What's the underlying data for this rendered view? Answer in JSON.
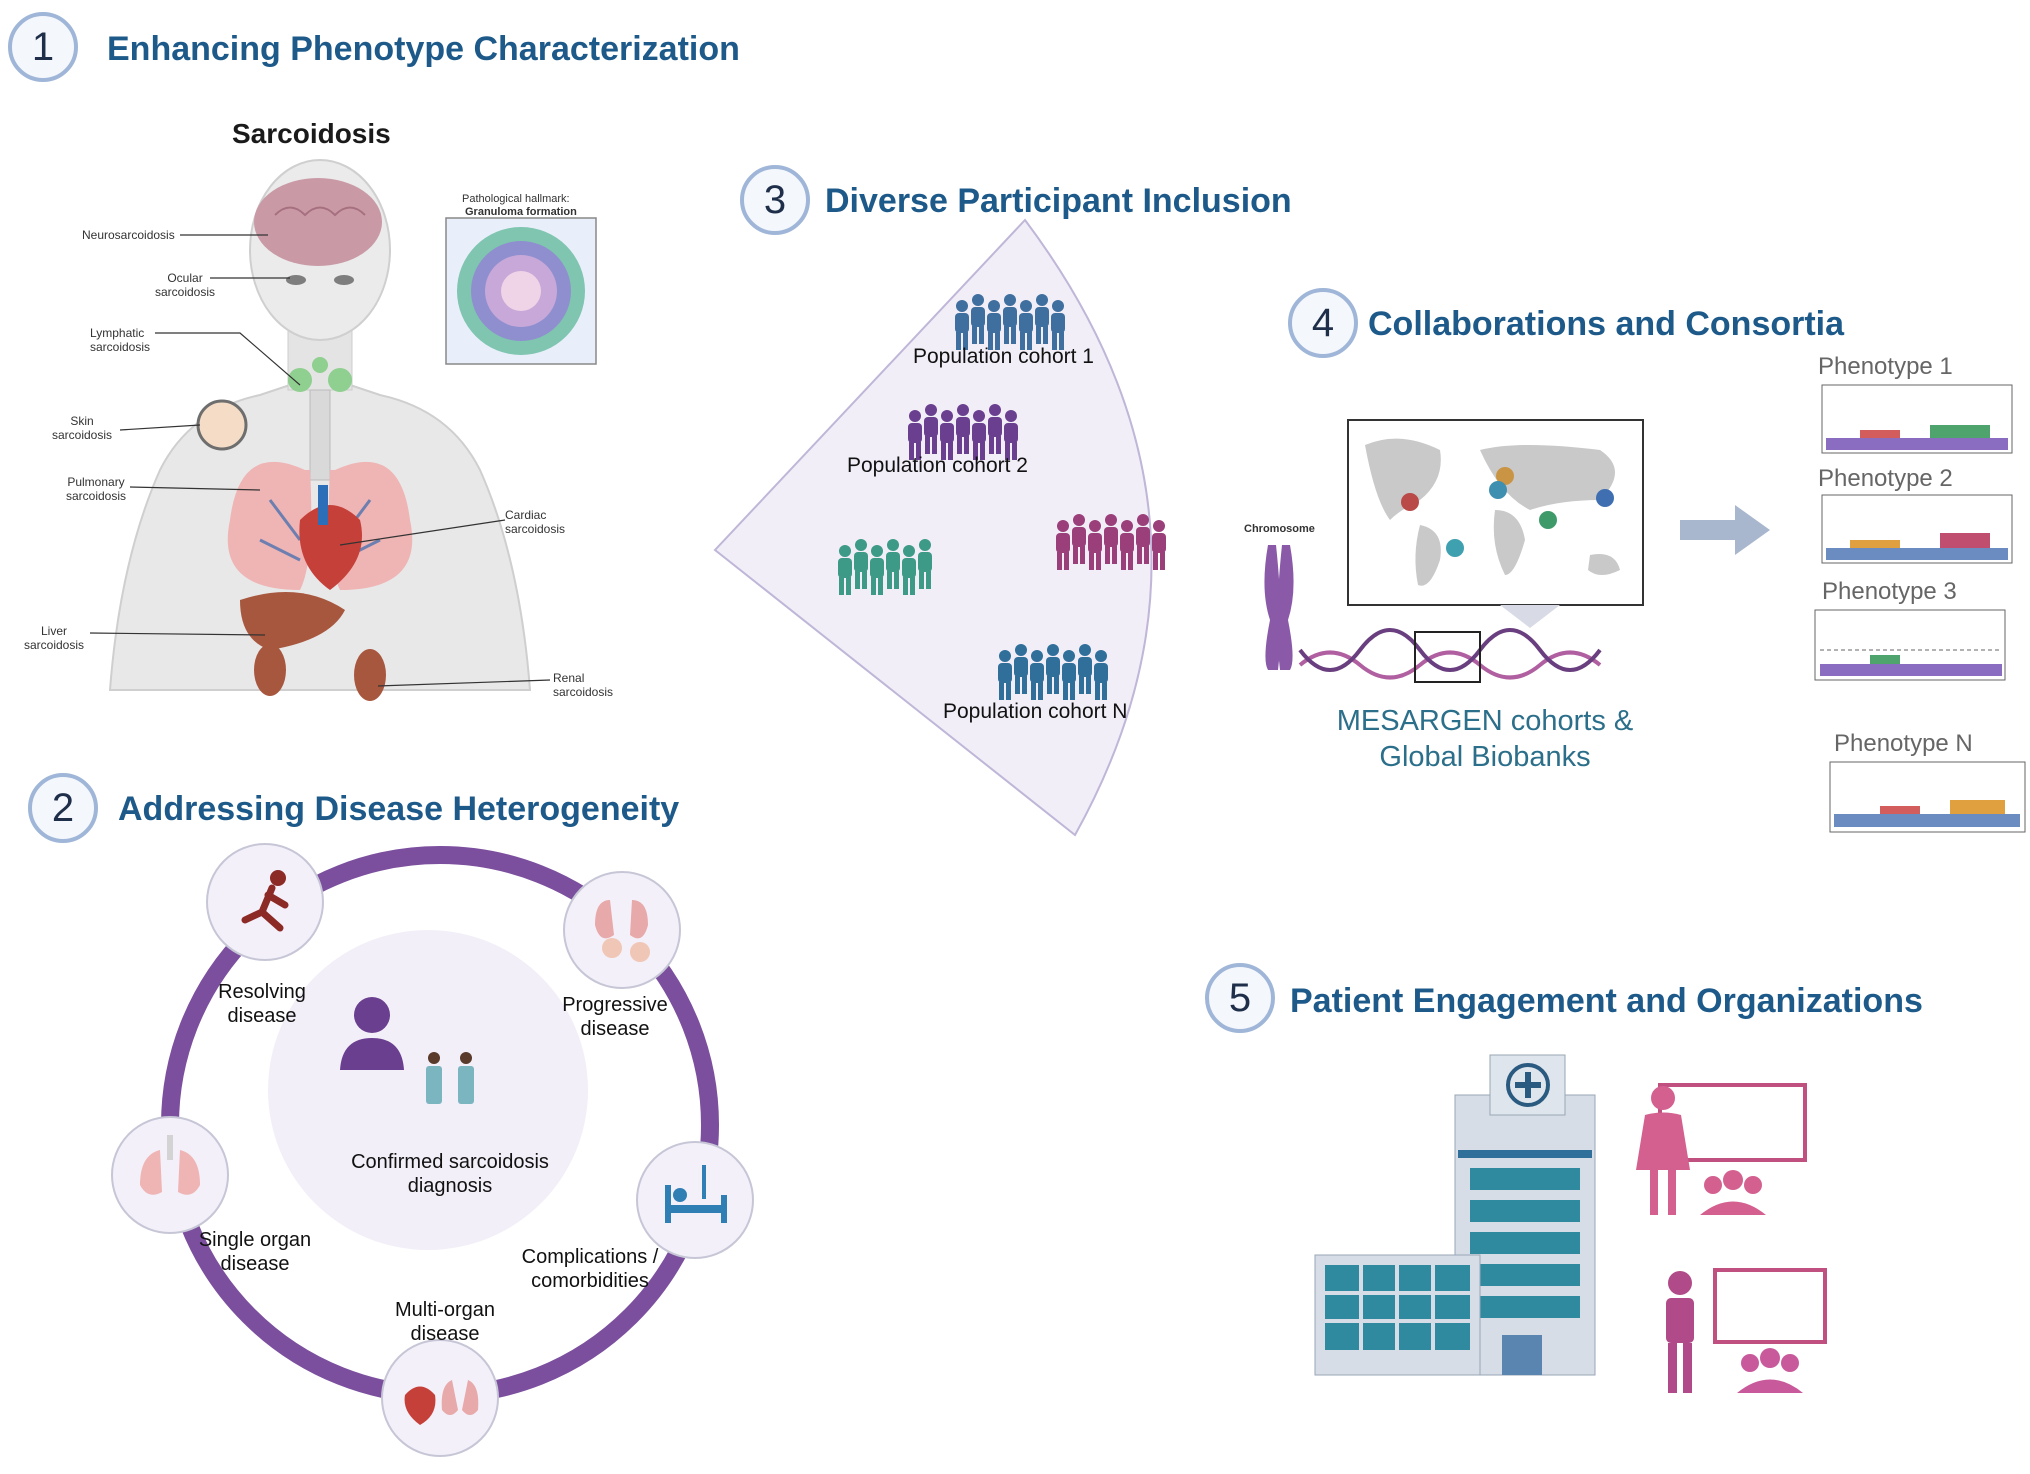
{
  "sections": {
    "s1": {
      "number": "1",
      "title": "Enhancing Phenotype Characterization"
    },
    "s2": {
      "number": "2",
      "title": "Addressing Disease Heterogeneity"
    },
    "s3": {
      "number": "3",
      "title": "Diverse Participant Inclusion"
    },
    "s4": {
      "number": "4",
      "title": "Collaborations and Consortia"
    },
    "s5": {
      "number": "5",
      "title": "Patient Engagement and Organizations"
    }
  },
  "body": {
    "heading": "Sarcoidosis",
    "hallmark_line1": "Pathological hallmark:",
    "hallmark_line2": "Granuloma formation",
    "labels": {
      "neuro": "Neurosarcoidosis",
      "ocular1": "Ocular",
      "ocular2": "sarcoidosis",
      "lymph1": "Lymphatic",
      "lymph2": "sarcoidosis",
      "skin1": "Skin",
      "skin2": "sarcoidosis",
      "pulm1": "Pulmonary",
      "pulm2": "sarcoidosis",
      "cardiac1": "Cardiac",
      "cardiac2": "sarcoidosis",
      "liver1": "Liver",
      "liver2": "sarcoidosis",
      "renal1": "Renal",
      "renal2": "sarcoidosis"
    }
  },
  "cohorts": {
    "c1": "Population cohort 1",
    "c2": "Population cohort 2",
    "cn": "Population cohort N"
  },
  "consortia": {
    "chromosome": "Chromosome",
    "caption1": "MESARGEN cohorts &",
    "caption2": "Global Biobanks",
    "phenotypes": [
      "Phenotype 1",
      "Phenotype 2",
      "Phenotype 3",
      "Phenotype N"
    ]
  },
  "heterogeneity": {
    "center1": "Confirmed sarcoidosis",
    "center2": "diagnosis",
    "resolving1": "Resolving",
    "resolving2": "disease",
    "progressive1": "Progressive",
    "progressive2": "disease",
    "complications1": "Complications /",
    "complications2": "comorbidities",
    "multi1": "Multi-organ",
    "multi2": "disease",
    "single1": "Single organ",
    "single2": "disease"
  },
  "colors": {
    "title": "#1d5a8a",
    "ring": "#7b4f9e",
    "cohort_blue": "#3f6f9e",
    "cohort_purple": "#6a3f8f",
    "cohort_teal": "#3c9a86",
    "cohort_magenta": "#9b3f7a",
    "presenter": "#c0507f"
  }
}
